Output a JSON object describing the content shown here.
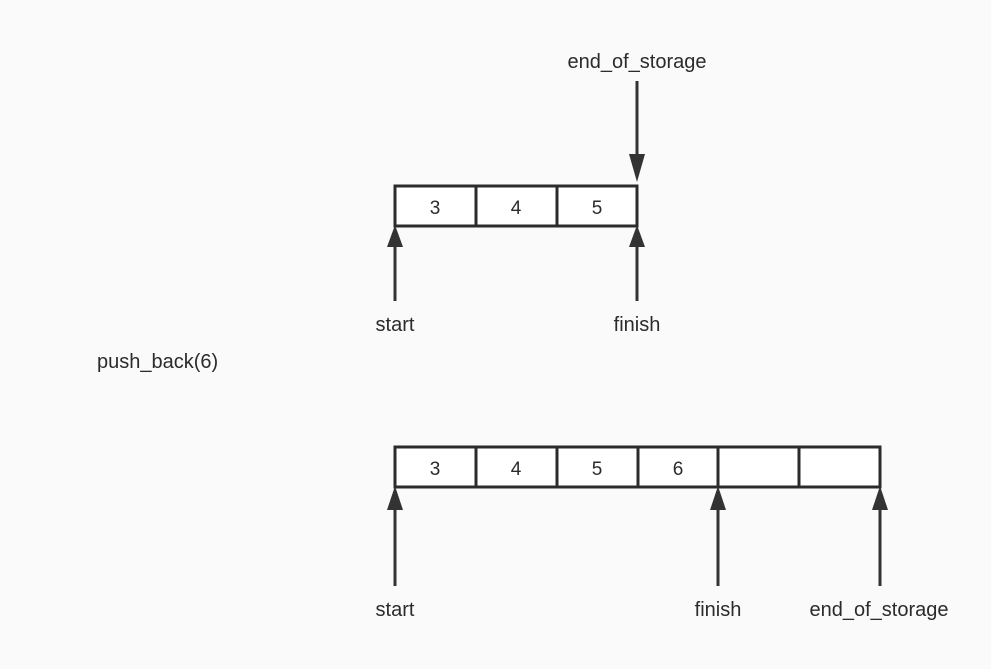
{
  "caption": "push_back(6)",
  "before": {
    "cells": [
      "3",
      "4",
      "5"
    ],
    "labels": {
      "start": "start",
      "finish": "finish",
      "end_of_storage": "end_of_storage"
    }
  },
  "after": {
    "cells": [
      "3",
      "4",
      "5",
      "6",
      "",
      ""
    ],
    "labels": {
      "start": "start",
      "finish": "finish",
      "end_of_storage": "end_of_storage"
    }
  }
}
